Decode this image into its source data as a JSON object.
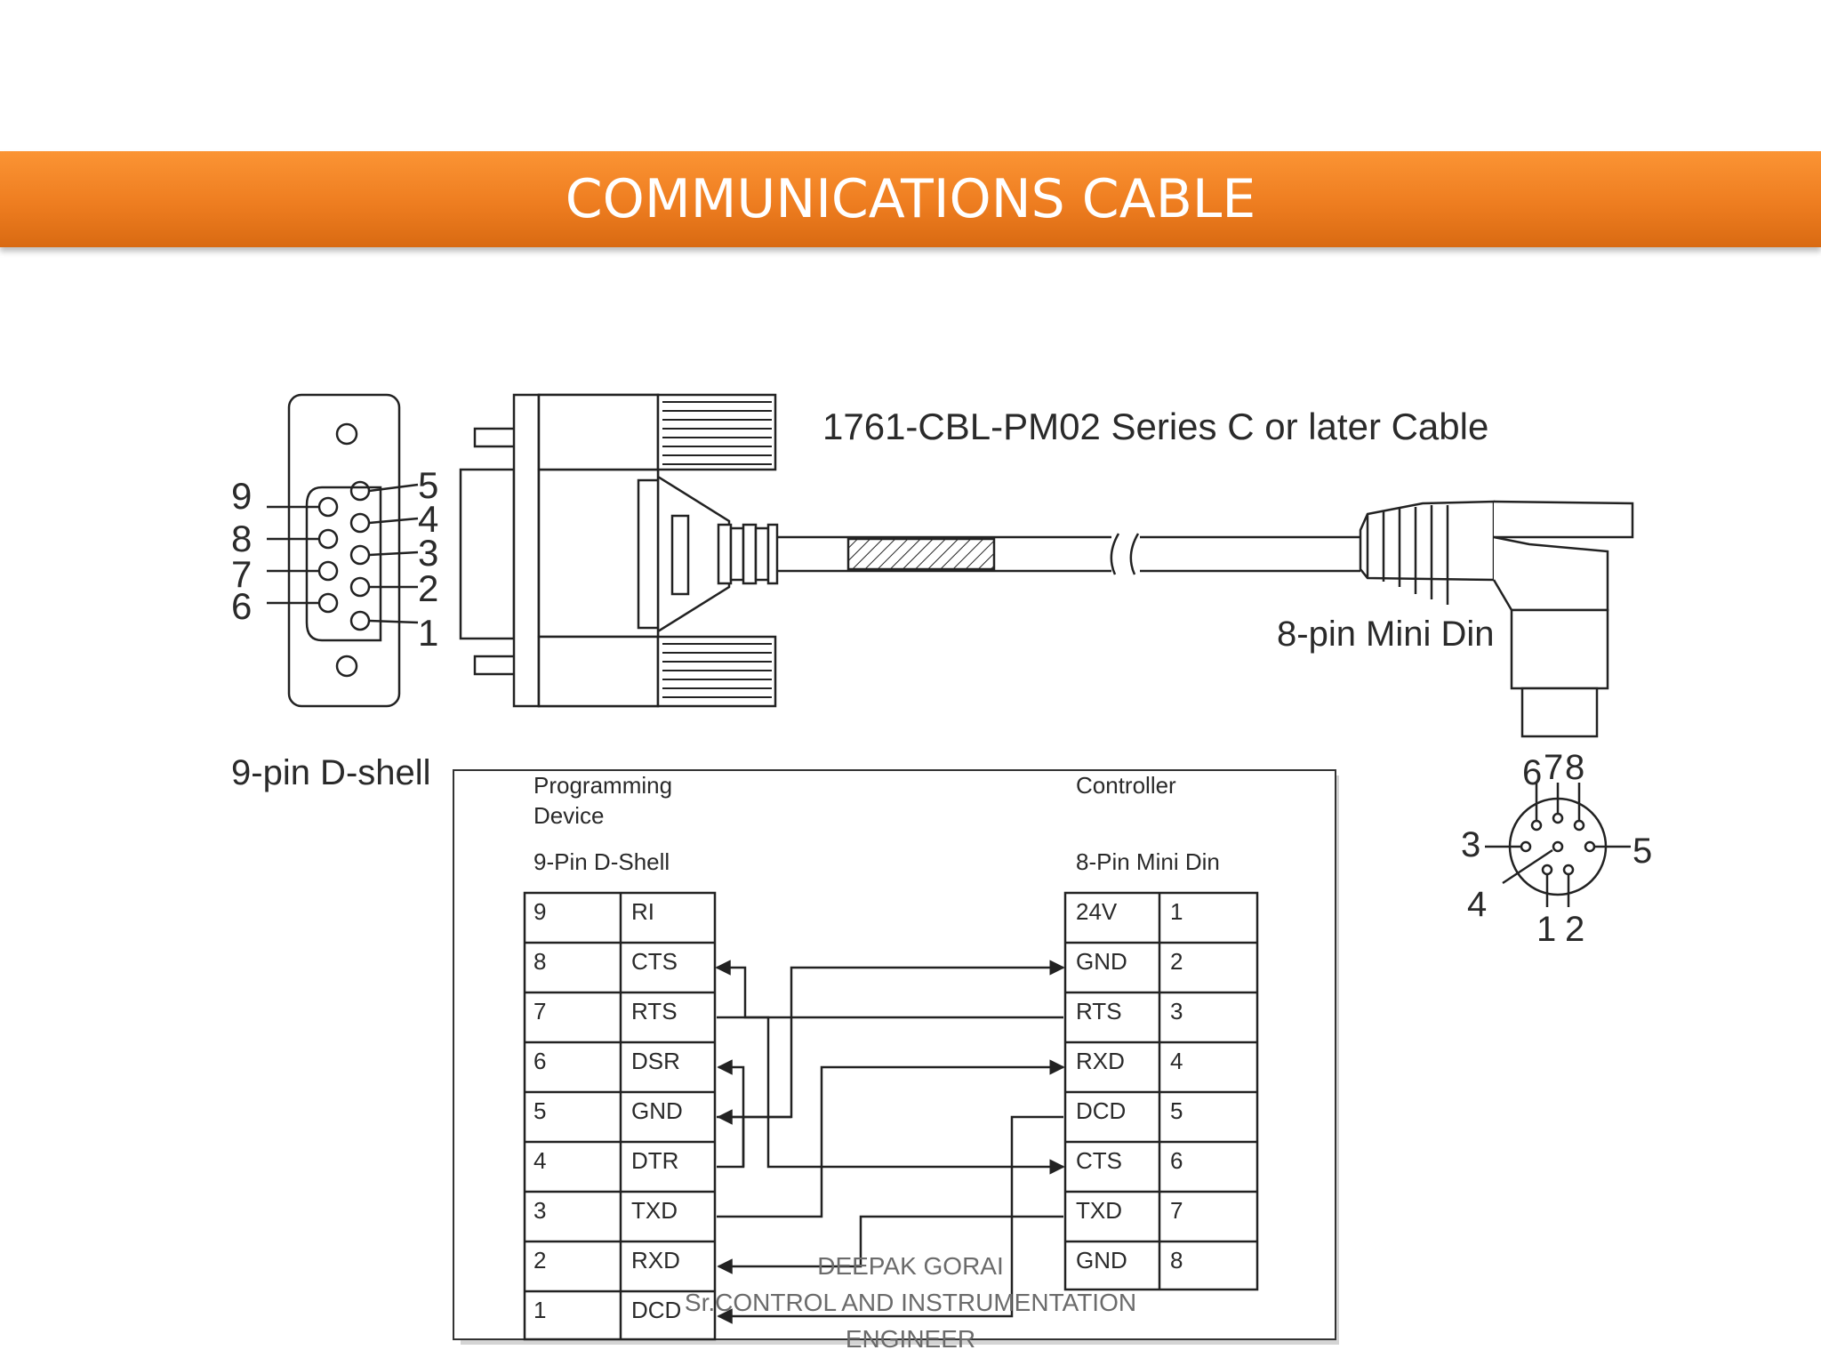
{
  "slide": {
    "title": "COMMUNICATIONS CABLE"
  },
  "cable_drawing": {
    "cable_label": "1761-CBL-PM02 Series C or later Cable",
    "left_connector_label": "9-pin D-shell",
    "right_connector_label": "8-pin Mini Din",
    "dshell_pins_top_row": [
      "5",
      "4",
      "3",
      "2",
      "1"
    ],
    "dshell_pins_bottom_row": [
      "9",
      "8",
      "7",
      "6"
    ],
    "minidin_pin_labels": [
      "6",
      "7",
      "8",
      "3",
      "5",
      "4",
      "1",
      "2"
    ]
  },
  "wiring_table": {
    "left_header_line1": "Programming",
    "left_header_line2": "Device",
    "left_subheader": "9-Pin D-Shell",
    "right_header": "Controller",
    "right_subheader": "8-Pin Mini Din",
    "left_rows": [
      {
        "pin": "9",
        "signal": "RI"
      },
      {
        "pin": "8",
        "signal": "CTS"
      },
      {
        "pin": "7",
        "signal": "RTS"
      },
      {
        "pin": "6",
        "signal": "DSR"
      },
      {
        "pin": "5",
        "signal": "GND"
      },
      {
        "pin": "4",
        "signal": "DTR"
      },
      {
        "pin": "3",
        "signal": "TXD"
      },
      {
        "pin": "2",
        "signal": "RXD"
      },
      {
        "pin": "1",
        "signal": "DCD"
      }
    ],
    "right_rows": [
      {
        "signal": "24V",
        "pin": "1"
      },
      {
        "signal": "GND",
        "pin": "2"
      },
      {
        "signal": "RTS",
        "pin": "3"
      },
      {
        "signal": "RXD",
        "pin": "4"
      },
      {
        "signal": "DCD",
        "pin": "5"
      },
      {
        "signal": "CTS",
        "pin": "6"
      },
      {
        "signal": "TXD",
        "pin": "7"
      },
      {
        "signal": "GND",
        "pin": "8"
      }
    ]
  },
  "footer": {
    "line1": "DEEPAK GORAI",
    "line2": "Sr.CONTROL AND INSTRUMENTATION",
    "line3": "ENGINEER"
  }
}
